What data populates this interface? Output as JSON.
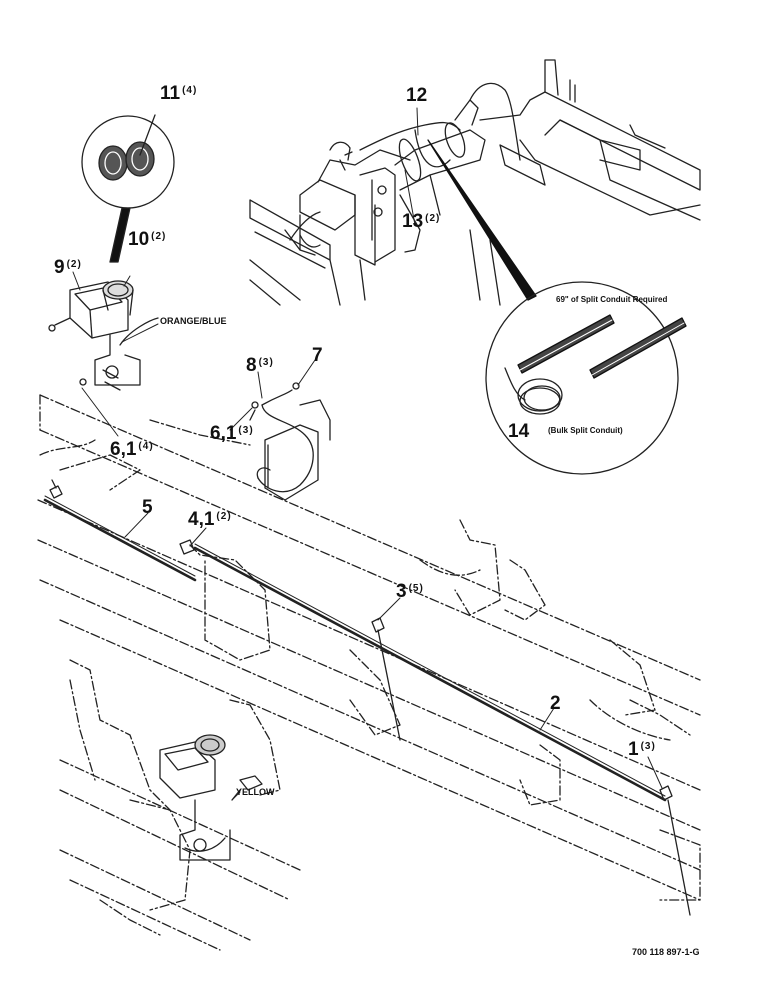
{
  "callouts": [
    {
      "id": "c11",
      "label": "11",
      "qty": "(4)"
    },
    {
      "id": "c12",
      "label": "12",
      "qty": ""
    },
    {
      "id": "c10",
      "label": "10",
      "qty": "(2)"
    },
    {
      "id": "c9",
      "label": "9",
      "qty": "(2)"
    },
    {
      "id": "c13",
      "label": "13",
      "qty": "(2)"
    },
    {
      "id": "c8",
      "label": "8",
      "qty": "(3)"
    },
    {
      "id": "c7",
      "label": "7",
      "qty": ""
    },
    {
      "id": "c61a",
      "label": "6,1",
      "qty": "(3)"
    },
    {
      "id": "c61b",
      "label": "6,1",
      "qty": "(4)"
    },
    {
      "id": "c14",
      "label": "14",
      "qty": ""
    },
    {
      "id": "c5",
      "label": "5",
      "qty": ""
    },
    {
      "id": "c41",
      "label": "4,1",
      "qty": "(2)"
    },
    {
      "id": "c3",
      "label": "3",
      "qty": "(5)"
    },
    {
      "id": "c2",
      "label": "2",
      "qty": ""
    },
    {
      "id": "c1",
      "label": "1",
      "qty": "(3)"
    }
  ],
  "notes": {
    "split_conduit_required": "69\" of Split Conduit Required",
    "bulk_split_conduit": "(Bulk Split Conduit)",
    "orange_blue": "ORANGE/BLUE",
    "yellow": "YELLOW"
  },
  "drawing_code": "700 118 897-1-G"
}
